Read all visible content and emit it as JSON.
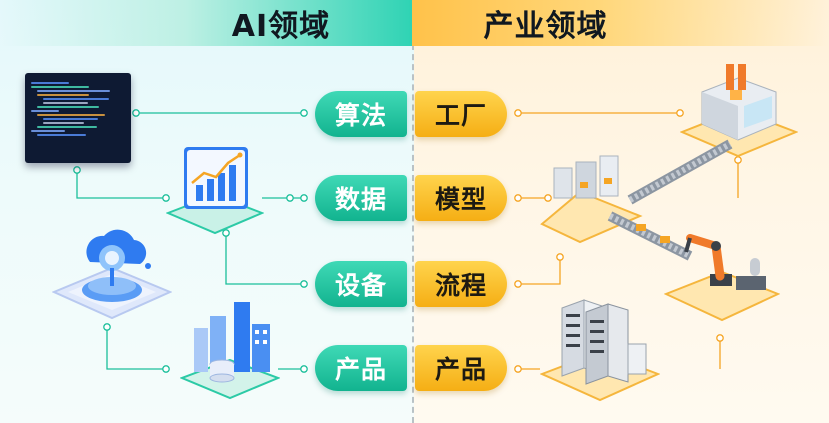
{
  "header": {
    "ai_title": "AI领域",
    "industry_title": "产业领域"
  },
  "rows": [
    {
      "ai": "算法",
      "industry": "工厂"
    },
    {
      "ai": "数据",
      "industry": "模型"
    },
    {
      "ai": "设备",
      "industry": "流程"
    },
    {
      "ai": "产品",
      "industry": "产品"
    }
  ],
  "colors": {
    "ai_accent": "#1bbf9b",
    "industry_accent": "#f7b21a",
    "ai_icon_blue": "#2f7bf0",
    "robot_orange": "#f07a2a"
  },
  "icons": {
    "ai": [
      "code-editor-icon",
      "bar-chart-icon",
      "cloud-device-icon",
      "city-database-icon"
    ],
    "industry": [
      "cnc-machine-icon",
      "conveyor-line-icon",
      "robot-arm-icon",
      "server-rack-icon"
    ]
  }
}
